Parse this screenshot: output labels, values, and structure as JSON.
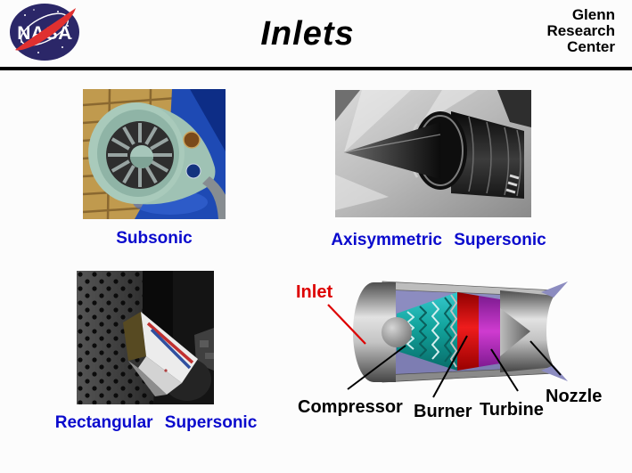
{
  "header": {
    "logo_text": "NASA",
    "title": "Inlets",
    "org_lines": [
      "Glenn",
      "Research",
      "Center"
    ]
  },
  "captions": {
    "subsonic": "Subsonic",
    "axisymmetric": "Axisymmetric Supersonic",
    "rectangular": "Rectangular Supersonic"
  },
  "diagram": {
    "inlet": "Inlet",
    "compressor": "Compressor",
    "burner": "Burner",
    "turbine": "Turbine",
    "nozzle": "Nozzle"
  },
  "colors": {
    "caption_blue": "#0a0acd",
    "inlet_label_red": "#dd0000",
    "top_rule_black": "#000000",
    "nasa_logo_blue": "#2b2768",
    "nasa_swoosh_red": "#e03030",
    "engine_casing_gray": "#9a9a9a",
    "duct_lavender": "#8c8cc0",
    "compressor_teal": "#12a39c",
    "burner_red": "#d51010",
    "turbine_purple": "#b026bb"
  }
}
